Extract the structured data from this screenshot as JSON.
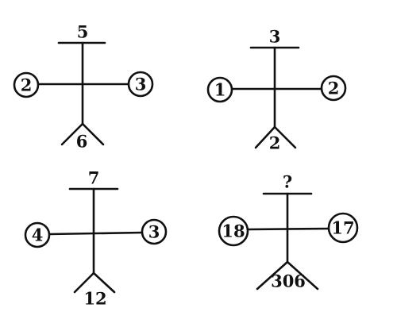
{
  "puzzle": {
    "figures": [
      {
        "top": "5",
        "left": "2",
        "right": "3",
        "bottom": "6"
      },
      {
        "top": "3",
        "left": "1",
        "right": "2",
        "bottom": "2"
      },
      {
        "top": "7",
        "left": "4",
        "right": "3",
        "bottom": "12"
      },
      {
        "top": "?",
        "left": "18",
        "right": "17",
        "bottom": "306"
      }
    ]
  }
}
